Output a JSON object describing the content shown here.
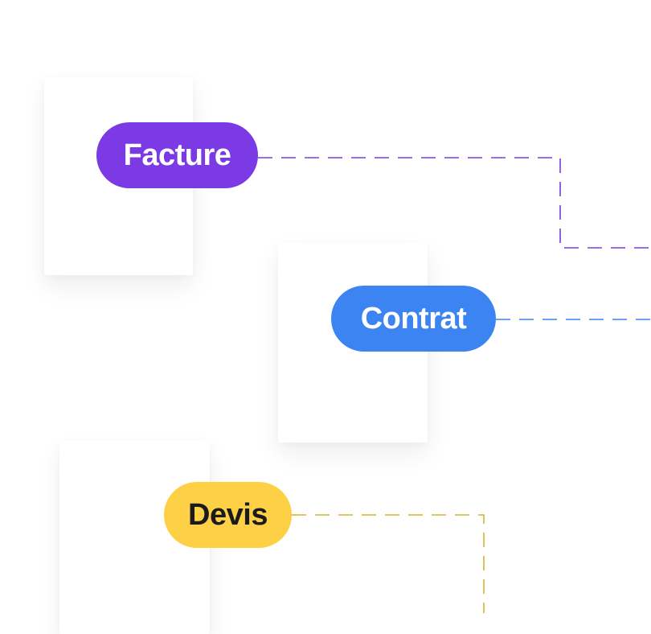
{
  "tags": [
    {
      "id": "facture",
      "label": "Facture",
      "color": "#7b3ae4"
    },
    {
      "id": "contrat",
      "label": "Contrat",
      "color": "#3b84f1"
    },
    {
      "id": "devis",
      "label": "Devis",
      "color": "#fdd046"
    }
  ],
  "connector_colors": {
    "facture": "#7b3ae4",
    "contrat": "#3b84f1",
    "devis": "#d4b32e"
  }
}
